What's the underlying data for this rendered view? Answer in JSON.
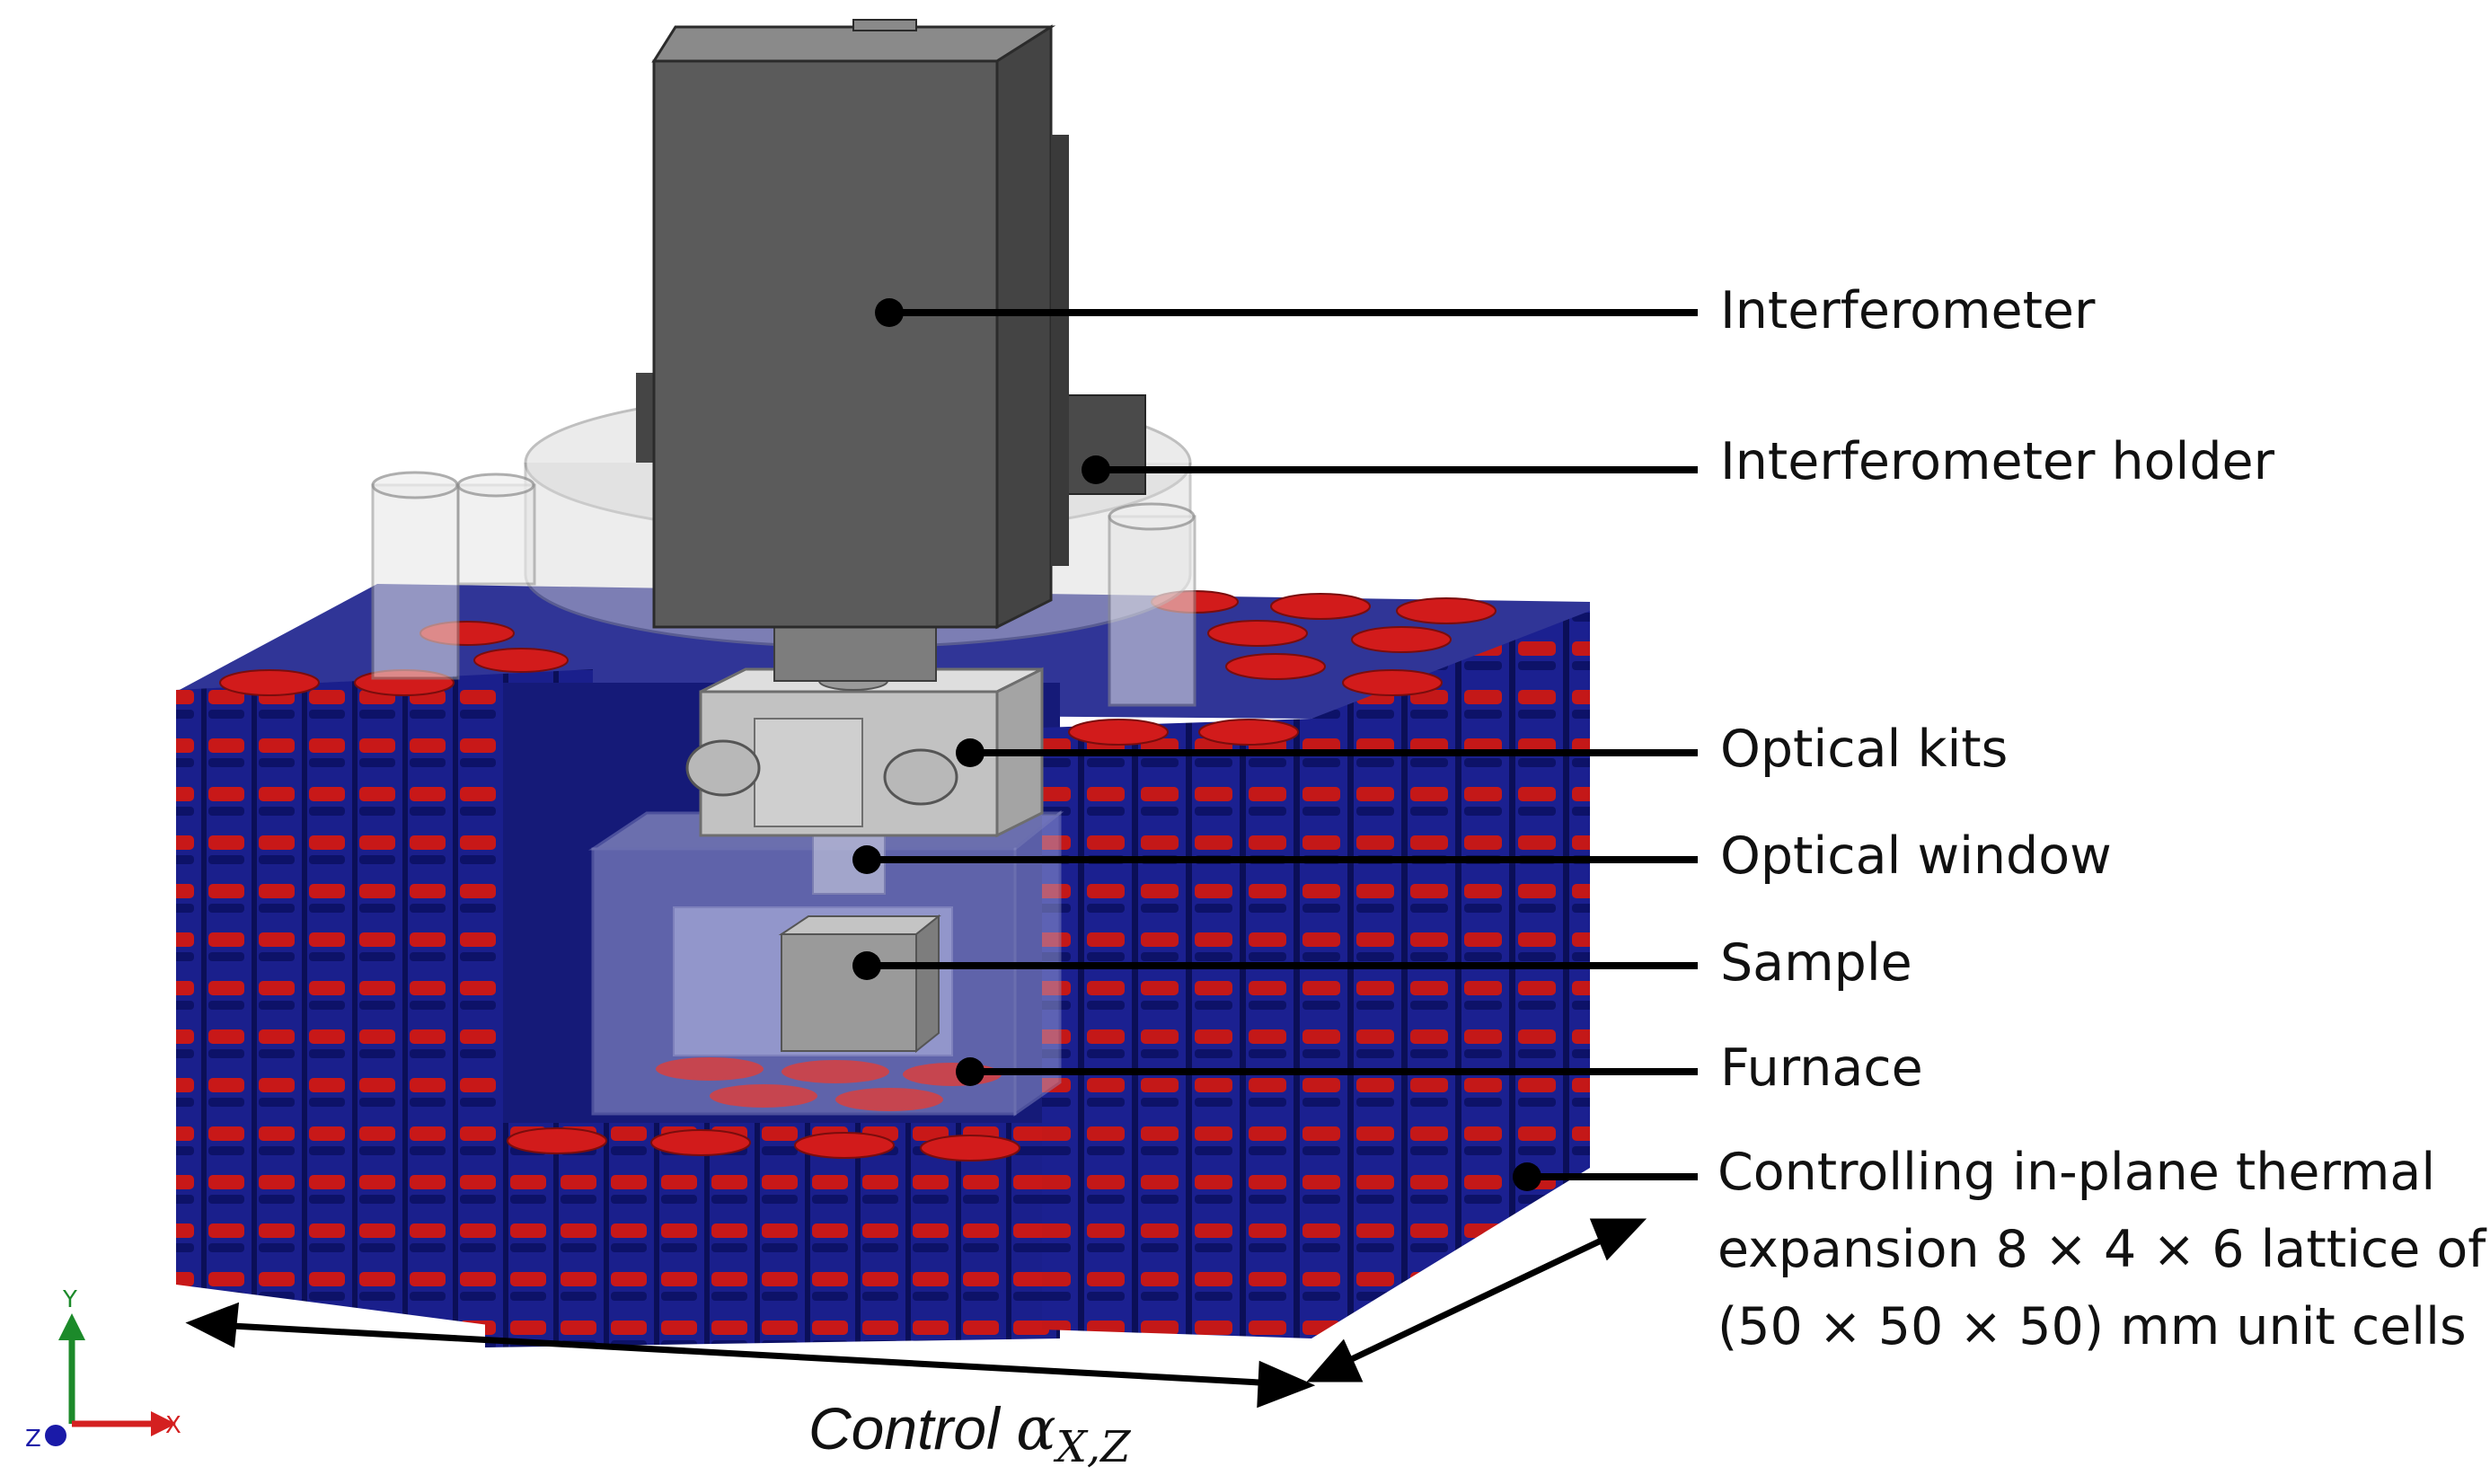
{
  "labels": {
    "interferometer": "Interferometer",
    "interferometer_holder": "Interferometer holder",
    "optical_kits": "Optical kits",
    "optical_window": "Optical window",
    "sample": "Sample",
    "furnace": "Furnace",
    "lattice": "Controlling in-plane thermal expansion 8 × 4 × 6 lattice of (50 × 50 × 50) mm unit cells"
  },
  "control_label": {
    "text": "Control ",
    "symbol": "α",
    "subscript": "X,Z"
  },
  "axes": {
    "y": "Y",
    "x": "X",
    "z": "Z"
  },
  "colors": {
    "lattice_blue": "#1a1f8c",
    "strut_dark": "#0c1060",
    "red": "#d01a1a",
    "grey": "#595959",
    "light_grey": "#bdbdbd",
    "axis_green": "#1c8a2a",
    "axis_red": "#d42020",
    "axis_blue": "#1a1aa8"
  }
}
